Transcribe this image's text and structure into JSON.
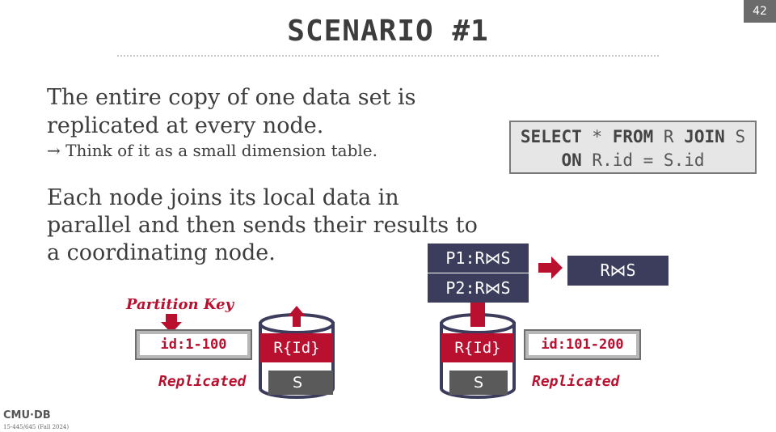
{
  "slide": {
    "number": "42",
    "title": "SCENARIO #1",
    "bullets": {
      "b1_line1": "The entire copy of one data set is",
      "b1_line2": "replicated at every node.",
      "b1_sub": "→ Think of it as a small dimension table.",
      "b2_line1": "Each node joins its local data in",
      "b2_line2": "parallel and then sends their results to",
      "b2_line3": "a coordinating node."
    },
    "sql": {
      "line1_kw1": "SELECT",
      "line1_star": " * ",
      "line1_kw2": "FROM",
      "line1_r": " R ",
      "line1_kw3": "JOIN",
      "line1_s": " S",
      "line2_kw": "ON",
      "line2_rest": " R.id = S.id"
    },
    "diagram": {
      "partition_key_label": "Partition Key",
      "node1_key": "id:1-100",
      "node2_key": "id:101-200",
      "node1_top": "R{Id}",
      "node1_bottom": "S",
      "node2_top": "R{Id}",
      "node2_bottom": "S",
      "replicated_left": "Replicated",
      "replicated_right": "Replicated",
      "p1_result": "P1:R⋈S",
      "p2_result": "P2:R⋈S",
      "final_result": "R⋈S"
    },
    "footer": {
      "logo": "CMU·DB",
      "course": "15-445/645 (Fall 2024)"
    }
  },
  "colors": {
    "accent_red": "#b8102e",
    "navy": "#3c3d5c",
    "disk_gray": "#5a5a5a"
  }
}
